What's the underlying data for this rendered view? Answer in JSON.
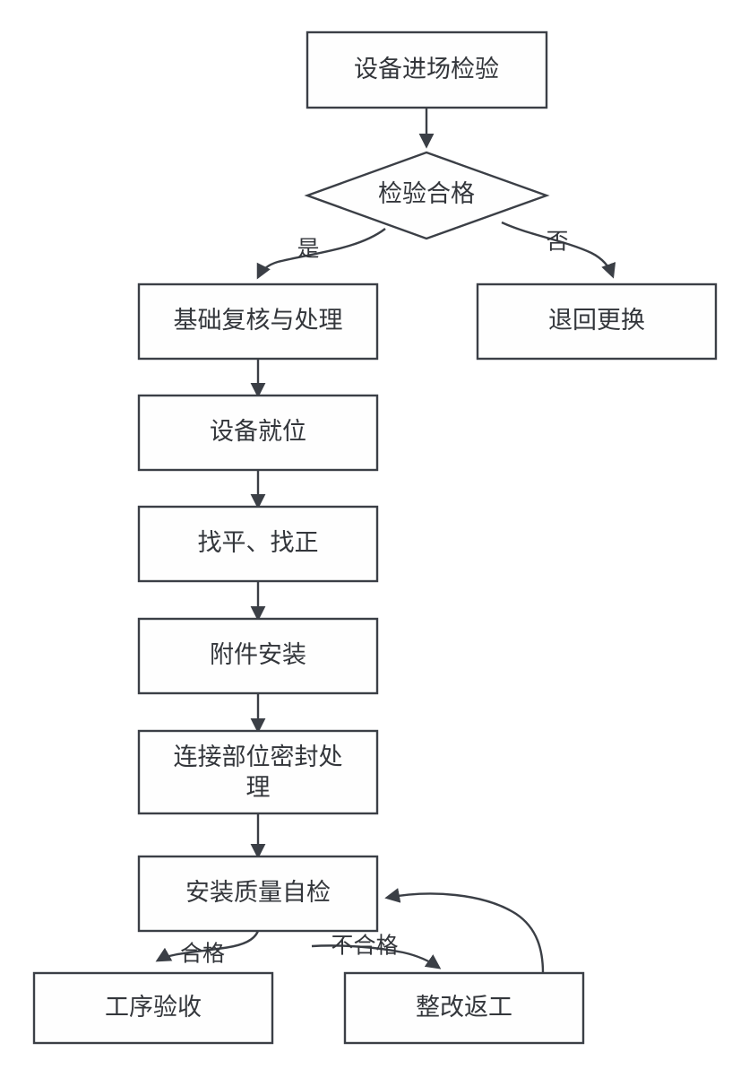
{
  "diagram": {
    "type": "flowchart",
    "direction": "top-to-bottom",
    "title": "",
    "colors": {
      "node_fill": "#fefefe",
      "node_stroke": "#3b3f46",
      "edge_stroke": "#3b3f46",
      "text": "#33363b",
      "background": "#ffffff"
    },
    "nodes": [
      {
        "id": "n1",
        "shape": "rectangle",
        "label": "设备进场检验",
        "lines": [
          "设备进场检验"
        ]
      },
      {
        "id": "n2",
        "shape": "diamond",
        "label": "检验合格",
        "lines": [
          "检验合格"
        ]
      },
      {
        "id": "n3",
        "shape": "rectangle",
        "label": "基础复核与处理",
        "lines": [
          "基础复核与处理"
        ]
      },
      {
        "id": "n4",
        "shape": "rectangle",
        "label": "退回更换",
        "lines": [
          "退回更换"
        ]
      },
      {
        "id": "n5",
        "shape": "rectangle",
        "label": "设备就位",
        "lines": [
          "设备就位"
        ]
      },
      {
        "id": "n6",
        "shape": "rectangle",
        "label": "找平、找正",
        "lines": [
          "找平、找正"
        ]
      },
      {
        "id": "n7",
        "shape": "rectangle",
        "label": "附件安装",
        "lines": [
          "附件安装"
        ]
      },
      {
        "id": "n8",
        "shape": "rectangle",
        "label": "连接部位密封处理",
        "lines": [
          "连接部位密封处",
          "理"
        ]
      },
      {
        "id": "n9",
        "shape": "rectangle",
        "label": "安装质量自检",
        "lines": [
          "安装质量自检"
        ]
      },
      {
        "id": "n10",
        "shape": "rectangle",
        "label": "工序验收",
        "lines": [
          "工序验收"
        ]
      },
      {
        "id": "n11",
        "shape": "rectangle",
        "label": "整改返工",
        "lines": [
          "整改返工"
        ]
      }
    ],
    "edges": [
      {
        "from": "n1",
        "to": "n2",
        "label": ""
      },
      {
        "from": "n2",
        "to": "n3",
        "label": "是"
      },
      {
        "from": "n2",
        "to": "n4",
        "label": "否"
      },
      {
        "from": "n3",
        "to": "n5",
        "label": ""
      },
      {
        "from": "n5",
        "to": "n6",
        "label": ""
      },
      {
        "from": "n6",
        "to": "n7",
        "label": ""
      },
      {
        "from": "n7",
        "to": "n8",
        "label": ""
      },
      {
        "from": "n8",
        "to": "n9",
        "label": ""
      },
      {
        "from": "n9",
        "to": "n10",
        "label": "合格"
      },
      {
        "from": "n9",
        "to": "n11",
        "label": "不合格"
      },
      {
        "from": "n11",
        "to": "n9",
        "label": ""
      }
    ]
  }
}
